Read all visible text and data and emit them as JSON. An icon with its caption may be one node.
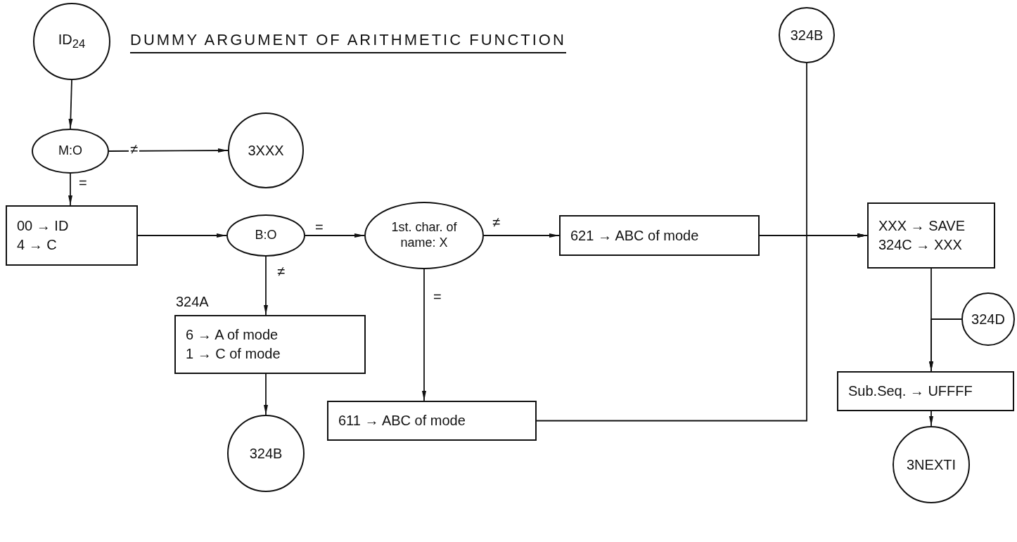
{
  "diagram": {
    "title": "DUMMY ARGUMENT OF ARITHMETIC FUNCTION",
    "nodes": [
      {
        "text": [
          "ID$_{24}$"
        ]
      },
      {
        "text": [
          "M:O"
        ]
      },
      {
        "text": [
          "3XXX"
        ]
      },
      {
        "text": [
          "00 → ID",
          "4 → C"
        ]
      },
      {
        "text": [
          "B:O"
        ]
      },
      {
        "text": [
          "1st. char. of name: X"
        ]
      },
      {
        "text": [
          "621 → ABC of mode"
        ]
      },
      {
        "text": [
          "324B"
        ]
      },
      {
        "text": [
          "XXX → SAVE",
          "324C → XXX"
        ]
      },
      {
        "text": [
          "324D"
        ]
      },
      {
        "text": [
          "Sub.Seq. → UFFFF"
        ]
      },
      {
        "text": [
          "3NEXTI"
        ]
      },
      {
        "text": [
          "6 → A of mode",
          "1 → C of mode"
        ],
        "beside": [
          "324A"
        ]
      },
      {
        "text": [
          "324B"
        ]
      },
      {
        "text": [
          "611 → ABC of mode"
        ]
      }
    ],
    "edges": [
      {
        "from": 0,
        "to": 1,
        "arrow": "to"
      },
      {
        "from": 1,
        "to": 2,
        "arrow": "to",
        "label": "≠"
      },
      {
        "from": 1,
        "to": 3,
        "arrow": "to",
        "label": "="
      },
      {
        "from": 3,
        "to": 4,
        "arrow": "to"
      },
      {
        "from": 4,
        "to": 5,
        "arrow": "to",
        "label": "="
      },
      {
        "from": 4,
        "to": 12,
        "arrow": "to",
        "label": "≠"
      },
      {
        "from": 5,
        "to": 6,
        "arrow": "to",
        "label": "≠"
      },
      {
        "from": 5,
        "to": 14,
        "arrow": "to",
        "label": "="
      },
      {
        "from": 6,
        "to": 8,
        "arrow": "to"
      },
      {
        "from": 7,
        "to": 8,
        "arrow": "to"
      },
      {
        "from": 14,
        "to": 8,
        "arrow": "to"
      },
      {
        "from": 8,
        "to": 10,
        "arrow": "to"
      },
      {
        "from": 9,
        "to": 10,
        "arrow": "to"
      },
      {
        "from": 10,
        "to": 11,
        "arrow": "to"
      },
      {
        "from": 12,
        "to": 13,
        "arrow": "to"
      }
    ]
  }
}
